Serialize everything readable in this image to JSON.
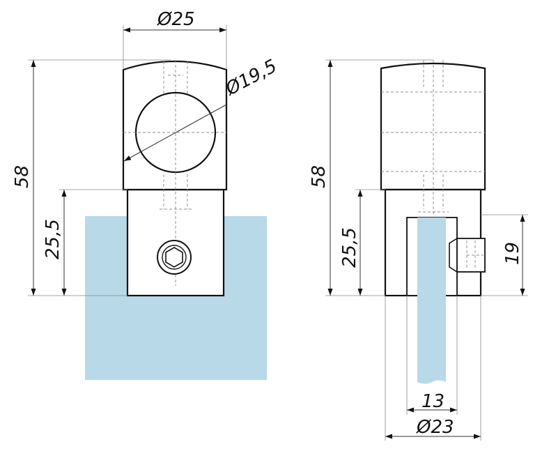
{
  "colors": {
    "glass": "#b7d9e8",
    "line": "#111111",
    "hidden_line": "#888888"
  },
  "icons": {
    "hex_socket": "hex-socket-icon"
  },
  "front_view": {
    "dim_top_diameter": "Ø25",
    "dim_tube_diameter": "Ø19,5",
    "dim_total_height": "58",
    "dim_lower_height": "25,5"
  },
  "side_view": {
    "dim_total_height": "58",
    "dim_lower_height": "25,5",
    "dim_clamp_height": "19",
    "dim_glass_thickness": "13",
    "dim_body_diameter": "Ø23"
  }
}
